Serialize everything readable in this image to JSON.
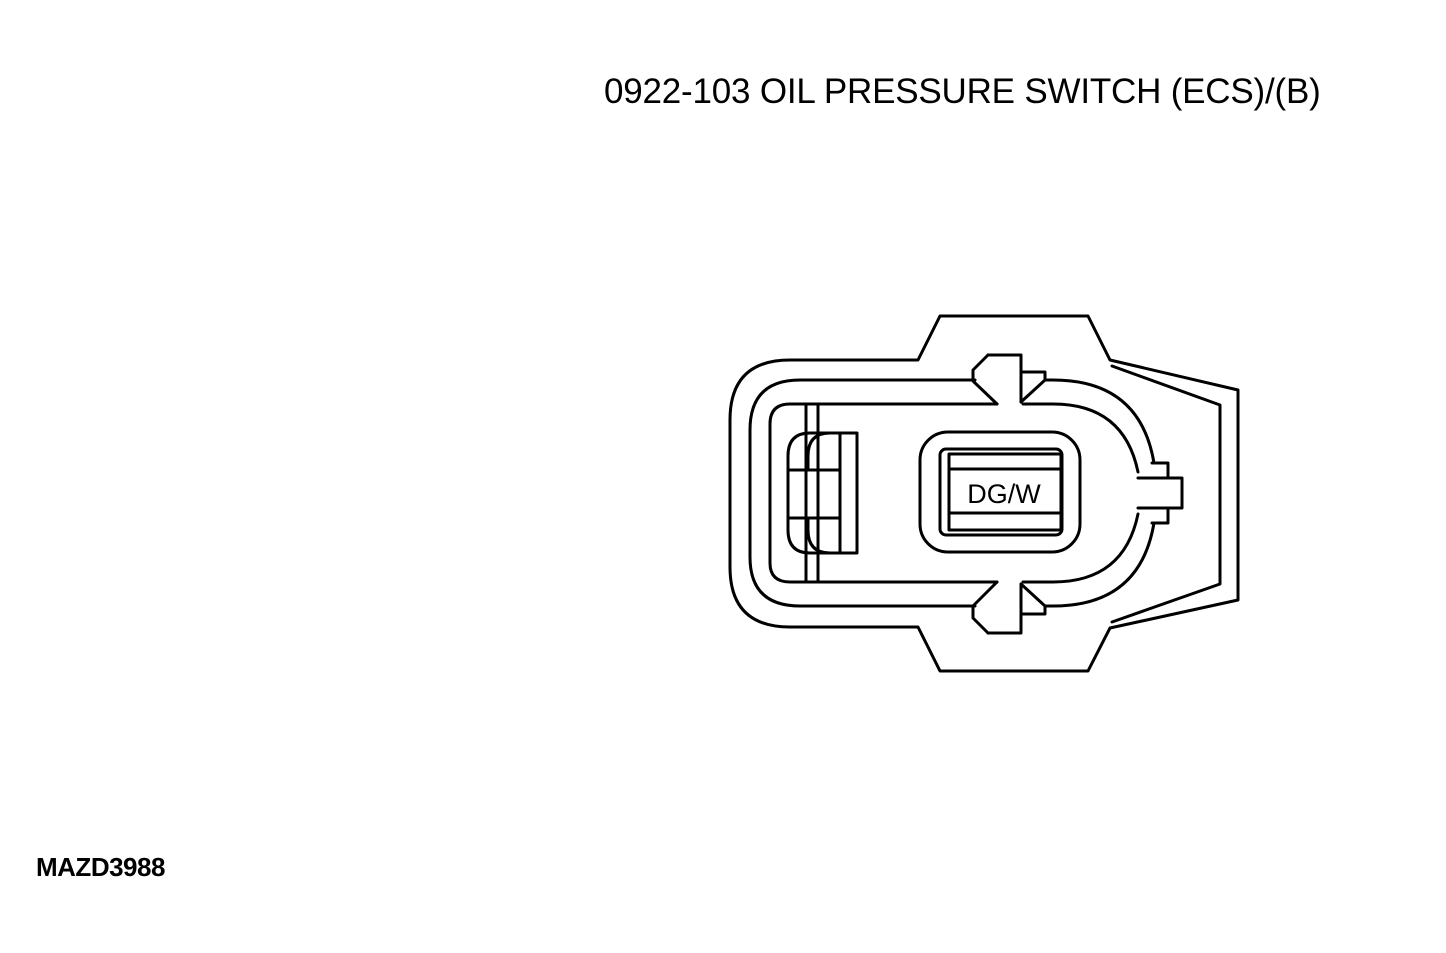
{
  "diagram": {
    "title": "0922-103 OIL PRESSURE SWITCH (ECS)/(B)",
    "figure_id": "MAZD3988",
    "terminal": {
      "wire_color_code": "DG/W"
    }
  },
  "colors": {
    "line": "#000000",
    "background": "#ffffff"
  }
}
